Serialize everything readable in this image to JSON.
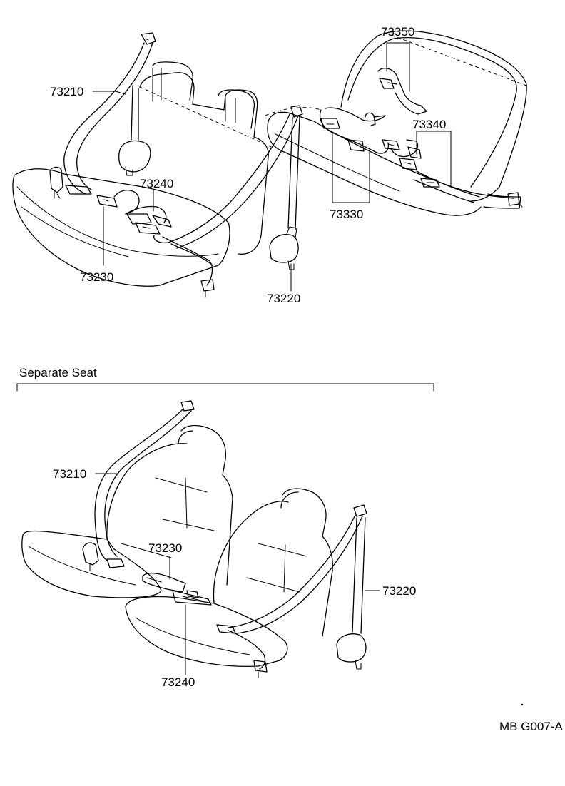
{
  "section_label": "Separate Seat",
  "figure_code": "MB G007-A",
  "bench_callouts": {
    "outer_belt_left": "73210",
    "outer_belt_right": "73220",
    "buckle_left": "73230",
    "buckle_center": "73240",
    "rear_upper": "73350",
    "rear_right": "73340",
    "rear_left": "73330"
  },
  "separate_callouts": {
    "outer_belt_left": "73210",
    "buckle": "73230",
    "buckle_lower": "73240",
    "outer_belt_right": "73220"
  }
}
